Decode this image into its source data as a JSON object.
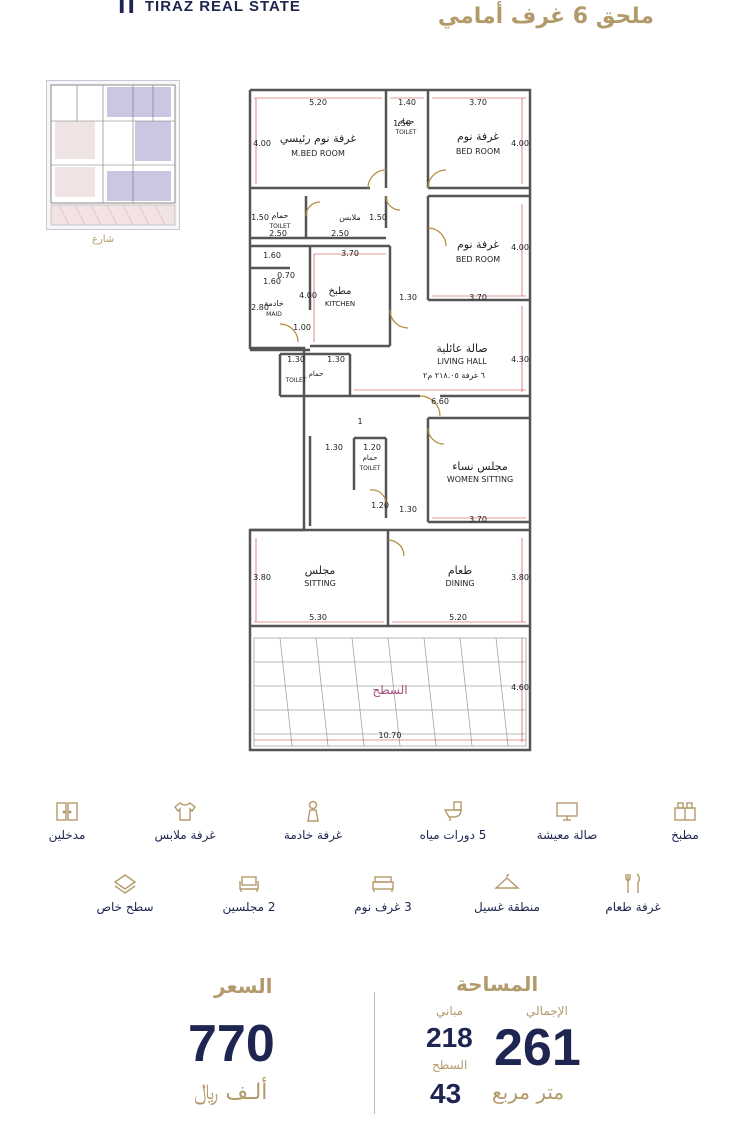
{
  "header": {
    "brand_name": "TIRAZ REAL STATE",
    "title": "ملحق 6 غرف أمامي"
  },
  "mini_plan": {
    "caption": "شارع"
  },
  "floor_plan": {
    "rooms": {
      "m_bed_ar": "غرفة نوم رئيسي",
      "m_bed_en": "M.BED ROOM",
      "bed1_ar": "غرفة نوم",
      "bed1_en": "BED ROOM",
      "bed2_ar": "غرفة نوم",
      "bed2_en": "BED ROOM",
      "toilet_en": "TOILET",
      "toilet_ar": "حمام",
      "clothes_ar": "ملابس",
      "kitchen_ar": "مطبخ",
      "kitchen_en": "KITCHEN",
      "maid_ar": "خادمة",
      "maid_en": "MAID",
      "living_ar": "صالة عائلية",
      "living_en": "LIVING HALL",
      "living_note": "٦ غرفة ٢١٨.٠٥ م٢",
      "women_ar": "مجلس نساء",
      "women_en": "WOMEN SITTING",
      "sitting_ar": "مجلس",
      "sitting_en": "SITTING",
      "dining_ar": "طعام",
      "dining_en": "DINING",
      "roof_ar": "السطح"
    },
    "dims": {
      "d520": "5.20",
      "d140": "1.40",
      "d370": "3.70",
      "d400": "4.00",
      "d150": "1.50",
      "d250": "2.50",
      "d160": "1.60",
      "d280": "2.80",
      "d130": "1.30",
      "d100": "1.00",
      "d430": "4.30",
      "d660": "6.60",
      "d120": "1.20",
      "d380": "3.80",
      "d530": "5.30",
      "d460": "4.60",
      "d1070": "10.70",
      "d070": "0.70",
      "one": "1"
    }
  },
  "features": [
    {
      "label": "مطبخ",
      "icon": "kitchen-icon"
    },
    {
      "label": "صالة معيشة",
      "icon": "living-room-icon"
    },
    {
      "label": "5 دورات مياه",
      "icon": "toilet-icon"
    },
    {
      "label": "غرفة خادمة",
      "icon": "maid-icon"
    },
    {
      "label": "غرفة ملابس",
      "icon": "clothes-icon"
    },
    {
      "label": "مدخلين",
      "icon": "entrances-icon"
    },
    {
      "label": "غرفة طعام",
      "icon": "dining-icon"
    },
    {
      "label": "منطقة غسيل",
      "icon": "laundry-icon"
    },
    {
      "label": "3 غرف نوم",
      "icon": "bed-icon"
    },
    {
      "label": "2 مجلسين",
      "icon": "sofa-icon"
    },
    {
      "label": "سطح خاص",
      "icon": "roof-icon"
    }
  ],
  "price": {
    "title": "السعر",
    "value": "770",
    "unit": "ألـف ﷼"
  },
  "area": {
    "title": "المساحة",
    "total_label": "الإجمالي",
    "total_value": "261",
    "total_unit": "متر مربع",
    "buildings_label": "مباني",
    "buildings_value": "218",
    "roof_label": "السطح",
    "roof_value": "43"
  },
  "colors": {
    "navy": "#1d2550",
    "gold": "#b39a6b",
    "dim_red": "#c0392b",
    "wall": "#555555"
  }
}
